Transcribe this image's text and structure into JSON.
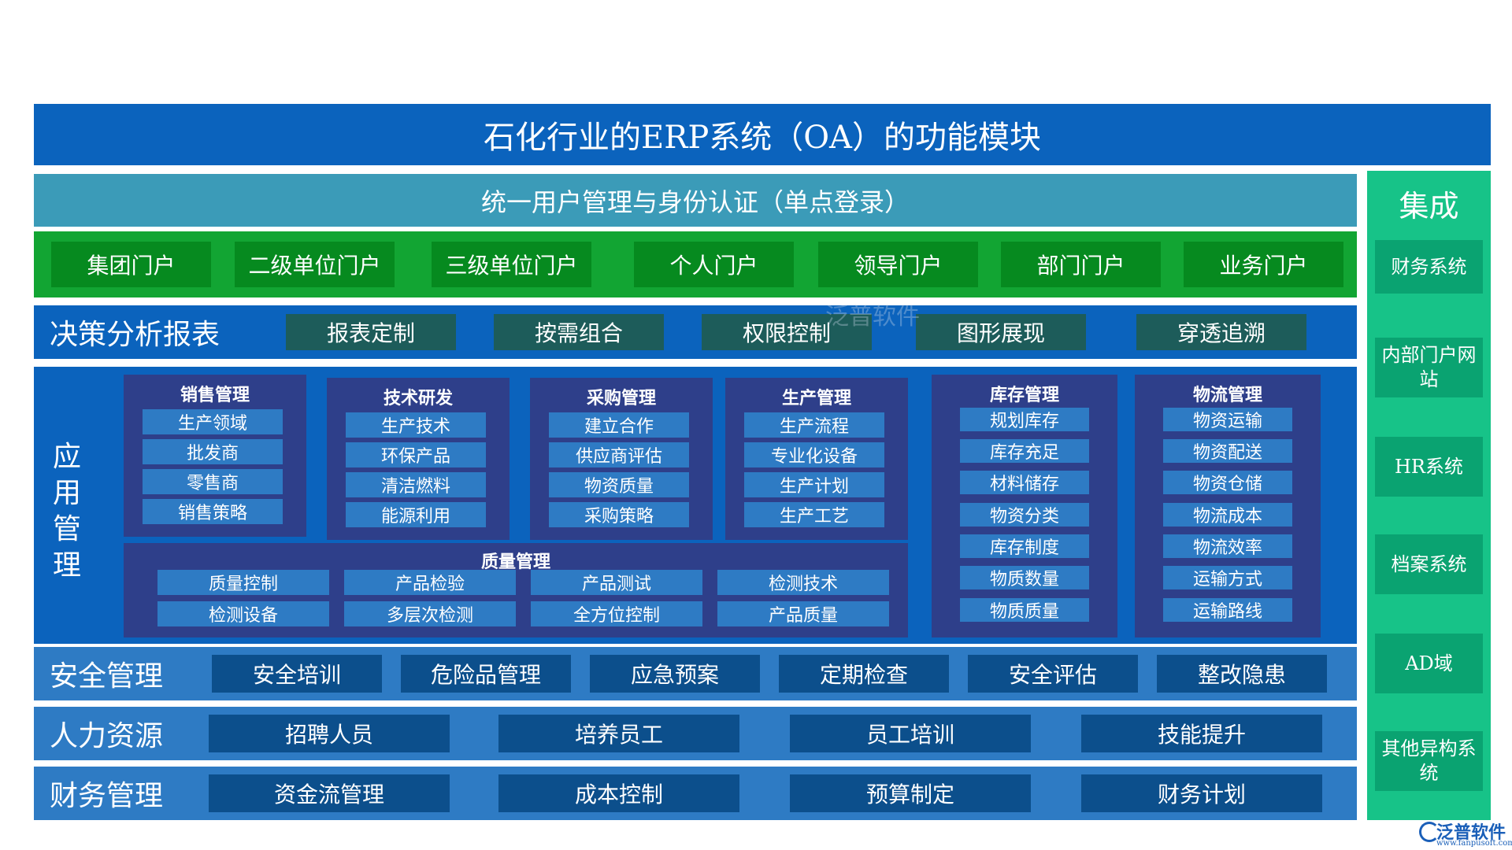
{
  "title": "石化行业的ERP系统（OA）的功能模块",
  "sso": "统一用户管理与身份认证（单点登录）",
  "portals": [
    "集团门户",
    "二级单位门户",
    "三级单位门户",
    "个人门户",
    "领导门户",
    "部门门户",
    "业务门户"
  ],
  "decision": {
    "label": "决策分析报表",
    "items": [
      "报表定制",
      "按需组合",
      "权限控制",
      "图形展现",
      "穿透追溯"
    ]
  },
  "app": {
    "label": "应用管理",
    "modules": [
      {
        "title": "销售管理",
        "items": [
          "生产领域",
          "批发商",
          "零售商",
          "销售策略"
        ]
      },
      {
        "title": "技术研发",
        "items": [
          "生产技术",
          "环保产品",
          "清洁燃料",
          "能源利用"
        ]
      },
      {
        "title": "采购管理",
        "items": [
          "建立合作",
          "供应商评估",
          "物资质量",
          "采购策略"
        ]
      },
      {
        "title": "生产管理",
        "items": [
          "生产流程",
          "专业化设备",
          "生产计划",
          "生产工艺"
        ]
      }
    ],
    "quality": {
      "title": "质量管理",
      "items": [
        "质量控制",
        "产品检验",
        "产品测试",
        "检测技术",
        "检测设备",
        "多层次检测",
        "全方位控制",
        "产品质量"
      ]
    },
    "inventory": {
      "title": "库存管理",
      "items": [
        "规划库存",
        "库存充足",
        "材料储存",
        "物资分类",
        "库存制度",
        "物质数量",
        "物质质量"
      ]
    },
    "logistics": {
      "title": "物流管理",
      "items": [
        "物资运输",
        "物资配送",
        "物资仓储",
        "物流成本",
        "物流效率",
        "运输方式",
        "运输路线"
      ]
    }
  },
  "safety": {
    "label": "安全管理",
    "items": [
      "安全培训",
      "危险品管理",
      "应急预案",
      "定期检查",
      "安全评估",
      "整改隐患"
    ]
  },
  "hr": {
    "label": "人力资源",
    "items": [
      "招聘人员",
      "培养员工",
      "员工培训",
      "技能提升"
    ]
  },
  "finance": {
    "label": "财务管理",
    "items": [
      "资金流管理",
      "成本控制",
      "预算制定",
      "财务计划"
    ]
  },
  "integration": {
    "title": "集成",
    "items": [
      "财务系统",
      "内部门户网站",
      "HR系统",
      "档案系统",
      "AD域",
      "其他异构系统"
    ]
  },
  "watermark": "泛普软件",
  "logo": {
    "name": "泛普软件",
    "url": "www.fanpusoft.com"
  },
  "colors": {
    "title_blue": "#0b63bd",
    "sso_teal": "#3b9bb8",
    "portal_green": "#12a533",
    "integration_green": "#17c388",
    "panel_navy": "#2e3f8a"
  }
}
